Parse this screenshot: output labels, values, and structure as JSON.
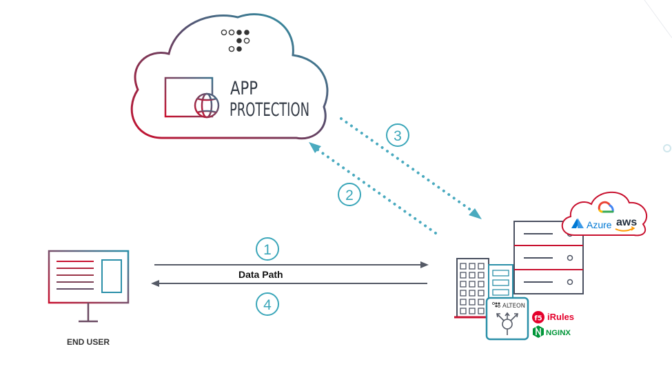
{
  "cloud": {
    "title_line1": "APP",
    "title_line2": "PROTECTION"
  },
  "steps": {
    "s1": "1",
    "s2": "2",
    "s3": "3",
    "s4": "4"
  },
  "data_path_label": "Data Path",
  "end_user_label": "END USER",
  "products": {
    "alteon": "ALTEON",
    "irules": "iRules",
    "nginx": "NGINX",
    "azure": "Azure",
    "aws": "aws"
  },
  "colors": {
    "teal": "#3aa6b9",
    "crimson": "#c8102e",
    "slate": "#555a66",
    "arrow_dot": "#4aaabf"
  }
}
